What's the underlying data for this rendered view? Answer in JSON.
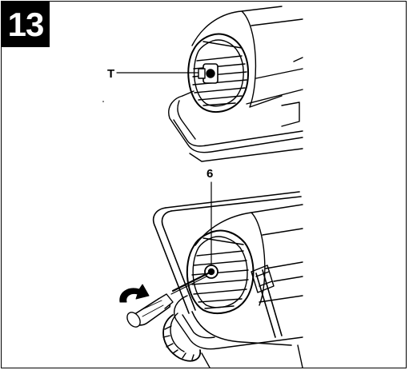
{
  "step_number": "13",
  "labels": {
    "upper": "T",
    "lower": "6"
  },
  "icons": [
    "heater-rear-grille",
    "adjustment-screw",
    "screwdriver",
    "rotation-arrow-icon"
  ],
  "colors": {
    "line": "#000000",
    "background": "#ffffff",
    "badge": "#000000",
    "badge_text": "#ffffff"
  }
}
